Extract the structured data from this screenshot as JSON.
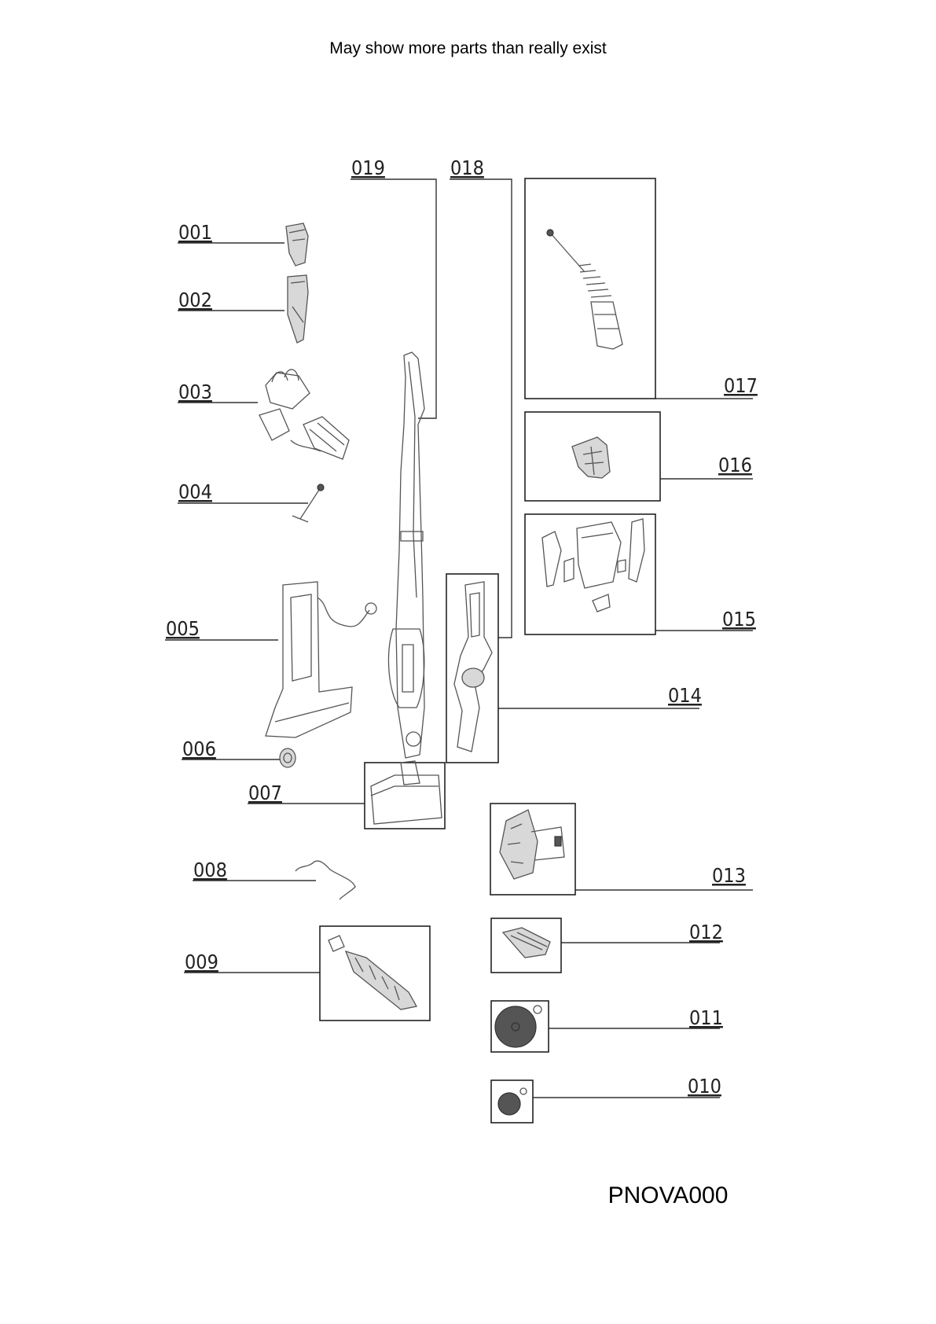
{
  "header": {
    "note": "May show more parts than really exist"
  },
  "footer": {
    "model_code": "PNOVA000"
  },
  "parts": [
    {
      "number": "001",
      "icon": "nozzle-tip-icon"
    },
    {
      "number": "002",
      "icon": "crevice-tool-icon"
    },
    {
      "number": "003",
      "icon": "battery-pack-icon"
    },
    {
      "number": "004",
      "icon": "screw-icon"
    },
    {
      "number": "005",
      "icon": "charging-base-icon"
    },
    {
      "number": "006",
      "icon": "wheel-icon"
    },
    {
      "number": "007",
      "icon": "floor-nozzle-icon"
    },
    {
      "number": "008",
      "icon": "wire-icon"
    },
    {
      "number": "009",
      "icon": "brushroll-icon"
    },
    {
      "number": "010",
      "icon": "small-wheel-icon"
    },
    {
      "number": "011",
      "icon": "large-wheel-icon"
    },
    {
      "number": "012",
      "icon": "brush-strip-icon"
    },
    {
      "number": "013",
      "icon": "motor-icon"
    },
    {
      "number": "014",
      "icon": "handheld-unit-icon"
    },
    {
      "number": "015",
      "icon": "housing-set-icon"
    },
    {
      "number": "016",
      "icon": "filter-icon"
    },
    {
      "number": "017",
      "icon": "filter-spring-icon"
    },
    {
      "number": "018",
      "icon": "handle-icon"
    },
    {
      "number": "019",
      "icon": "stick-vacuum-icon"
    }
  ]
}
